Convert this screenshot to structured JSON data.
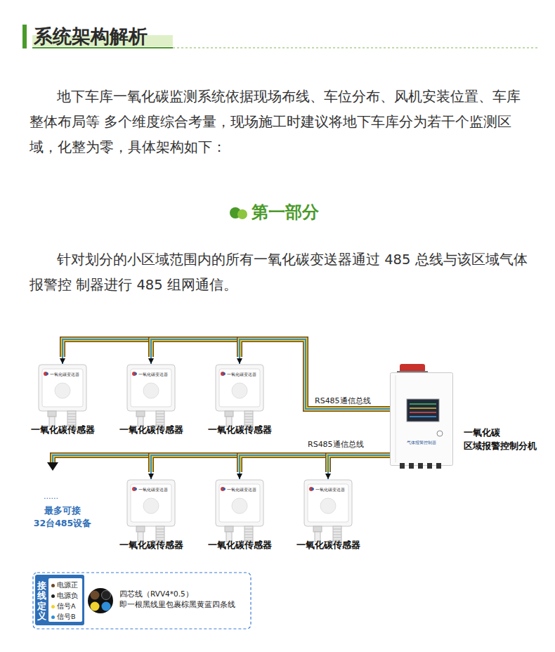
{
  "diagram": {
    "title": "系统架构解析",
    "nodes": [
      {
        "text": [
          "一氧化碳变送器",
          "一氧化碳传感器"
        ]
      },
      {
        "text": [
          "一氧化碳变送器",
          "一氧化碳传感器"
        ]
      },
      {
        "text": [
          "一氧化碳变送器",
          "一氧化碳传感器"
        ]
      },
      {
        "text": [
          "气体报警控制器",
          "一氧化碳 区域报警控制分机"
        ]
      },
      {
        "text": [
          "一氧化碳变送器",
          "一氧化碳传感器"
        ]
      },
      {
        "text": [
          "一氧化碳变送器",
          "一氧化碳传感器"
        ]
      },
      {
        "text": [
          "一氧化碳变送器",
          "一氧化碳传感器"
        ]
      }
    ],
    "edges": [
      {
        "from": 3,
        "to": 0,
        "arrow": "to"
      },
      {
        "from": 3,
        "to": 1,
        "arrow": "to"
      },
      {
        "from": 3,
        "to": 2,
        "label": "RS485通信总线",
        "arrow": "to"
      },
      {
        "from": 3,
        "to": 4,
        "arrow": "to"
      },
      {
        "from": 3,
        "to": 5,
        "arrow": "to"
      },
      {
        "from": 3,
        "to": 6,
        "label": "RS485通信总线",
        "arrow": "to"
      }
    ],
    "labels": [
      "地下车库一氧化碳监测系统依据现场布线、车位分布、风机安装位置、车库整体布局等 多个维度综合考量，现场施工时建议将地下车库分为若干个监测区域，化整为零，具体架构如下：",
      "第一部分",
      "针对划分的小区域范围内的所有一氧化碳变送器通过 485 总线与该区域气体报警控 制器进行 485 组网通信。",
      "......",
      "最多可接 32台485设备",
      "接线定义",
      "四芯线（RVV4*0.5） 即一根黑线里包裹棕黑黄蓝四条线"
    ],
    "legend": [
      {
        "text": "电源正",
        "color": "#6b4a2b"
      },
      {
        "text": "电源负",
        "color": "#222222"
      },
      {
        "text": "信号A",
        "color": "#f2d22e"
      },
      {
        "text": "信号B",
        "color": "#2f8fd8"
      }
    ]
  }
}
